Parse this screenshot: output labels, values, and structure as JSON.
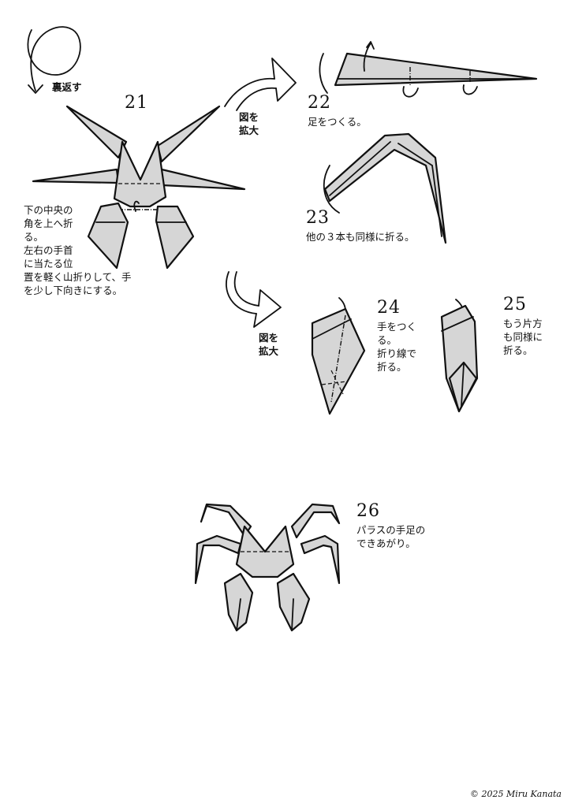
{
  "steps": {
    "s21": {
      "number": "21",
      "flip_label": "裏返す",
      "text": "下の中央の\n角を上へ折\nる。\n左右の手首\nに当たる位\n置を軽く山折りして、手\nを少し下向きにする。"
    },
    "zoom1": {
      "label": "図を\n拡大"
    },
    "s22": {
      "number": "22",
      "text": "足をつくる。"
    },
    "s23": {
      "number": "23",
      "text": "他の３本も同様に折る。"
    },
    "zoom2": {
      "label": "図を\n拡大"
    },
    "s24": {
      "number": "24",
      "text": "手をつく\nる。\n折り線で\n折る。"
    },
    "s25": {
      "number": "25",
      "text": "もう片方\nも同様に\n折る。"
    },
    "s26": {
      "number": "26",
      "text": "パラスの手足の\nできあがり。"
    }
  },
  "copyright": "© 2025 Miru Kanata",
  "colors": {
    "paper": "#d6d6d6",
    "ink": "#111111"
  }
}
